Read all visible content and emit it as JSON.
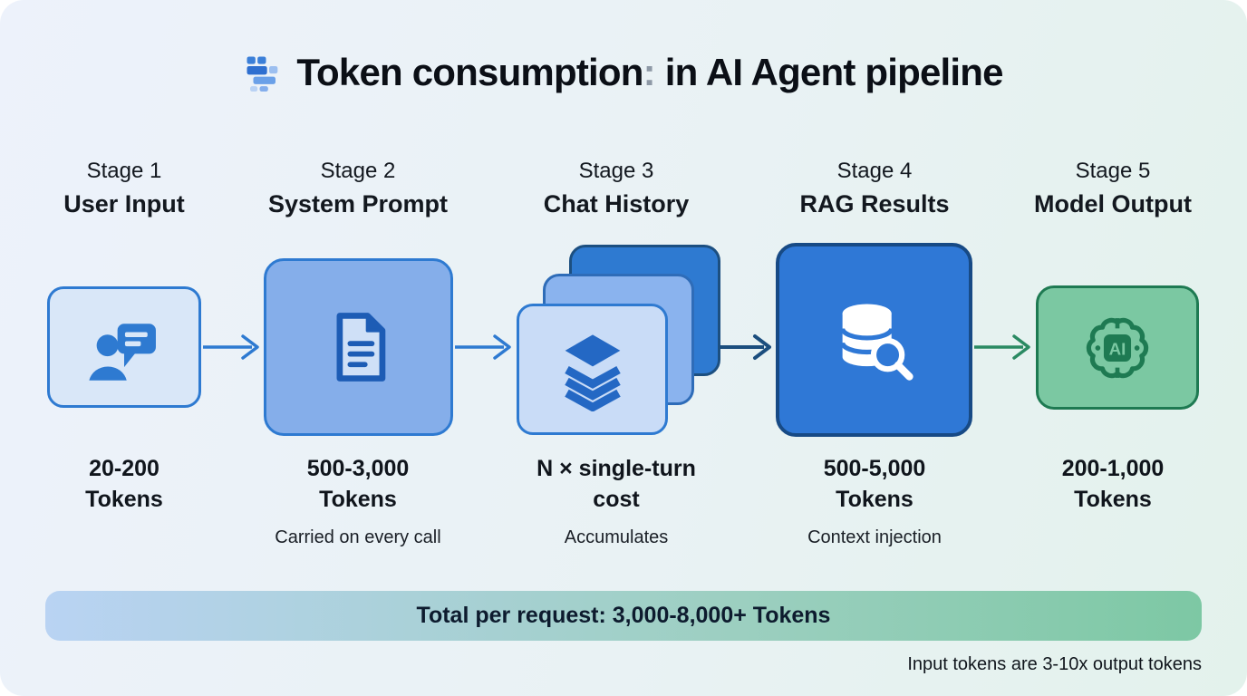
{
  "title": {
    "part1": "Token consumption",
    "colon": ":",
    "part2": "in AI Agent pipeline",
    "icon": "tokens-grid-icon"
  },
  "stages": [
    {
      "stage_label": "Stage 1",
      "name": "User Input",
      "icon": "user-chat-icon",
      "tokens_line1": "20-200",
      "tokens_line2": "Tokens",
      "note": ""
    },
    {
      "stage_label": "Stage 2",
      "name": "System Prompt",
      "icon": "document-icon",
      "tokens_line1": "500-3,000",
      "tokens_line2": "Tokens",
      "note": "Carried on every call"
    },
    {
      "stage_label": "Stage 3",
      "name": "Chat History",
      "icon": "layers-icon",
      "tokens_line1": "N × single-turn",
      "tokens_line2": "cost",
      "note": "Accumulates"
    },
    {
      "stage_label": "Stage 4",
      "name": "RAG Results",
      "icon": "database-search-icon",
      "tokens_line1": "500-5,000",
      "tokens_line2": "Tokens",
      "note": "Context injection"
    },
    {
      "stage_label": "Stage 5",
      "name": "Model Output",
      "icon": "brain-ai-icon",
      "tokens_line1": "200-1,000",
      "tokens_line2": "Tokens",
      "note": "",
      "chip_label": "AI"
    }
  ],
  "total_bar": {
    "text": "Total per request: 3,000-8,000+ Tokens"
  },
  "footnote": "Input tokens are 3-10x output tokens",
  "colors": {
    "background_left": "#edf2fb",
    "background_right": "#e3f2ec",
    "blue_primary": "#2e7ad1",
    "blue_dark": "#1b4e7e",
    "blue_light_fill": "#d9e7f8",
    "blue_medium_fill": "#85aeea",
    "solid_blue_fill": "#2f78d6",
    "green_fill": "#7bc8a2",
    "green_dark": "#1e7a52",
    "green_arrow": "#2a8a62",
    "total_bar_left": "#b9d3f3",
    "total_bar_right": "#7dc8a4"
  }
}
